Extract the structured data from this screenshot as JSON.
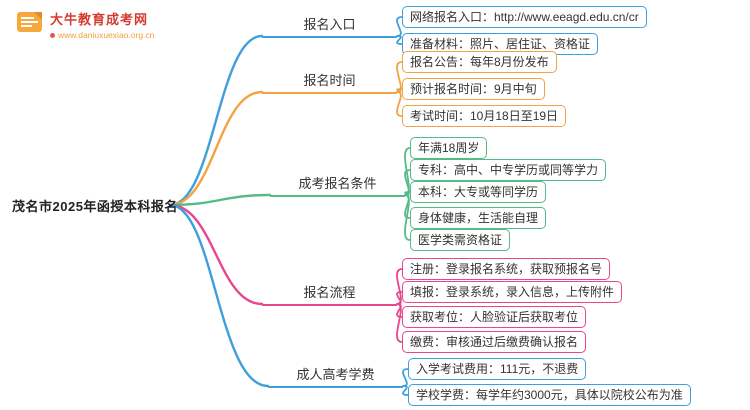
{
  "logo": {
    "site_name": "大牛教育成考网",
    "site_url": "www.daniuxuexiao.org.cn"
  },
  "root": {
    "label": "茂名市2025年函授本科报名"
  },
  "colors": {
    "blue": "#3e9fdc",
    "orange": "#f2a444",
    "green": "#55b98a",
    "pink": "#e8478d"
  },
  "branches": [
    {
      "label": "报名入口",
      "color": "#3e9fdc",
      "children": [
        {
          "text": "网络报名入口：http://www.eeagd.edu.cn/cr"
        },
        {
          "text": "准备材料：照片、居住证、资格证"
        }
      ]
    },
    {
      "label": "报名时间",
      "color": "#f2a444",
      "children": [
        {
          "text": "报名公告：每年8月份发布"
        },
        {
          "text": "预计报名时间：9月中旬"
        },
        {
          "text": "考试时间：10月18日至19日"
        }
      ]
    },
    {
      "label": "成考报名条件",
      "color": "#55b98a",
      "children": [
        {
          "text": "年满18周岁"
        },
        {
          "text": "专科：高中、中专学历或同等学力"
        },
        {
          "text": "本科：大专或等同学历"
        },
        {
          "text": "身体健康，生活能自理"
        },
        {
          "text": "医学类需资格证"
        }
      ]
    },
    {
      "label": "报名流程",
      "color": "#e8478d",
      "children": [
        {
          "text": "注册：登录报名系统，获取预报名号"
        },
        {
          "text": "填报：登录系统，录入信息，上传附件"
        },
        {
          "text": "获取考位：人脸验证后获取考位"
        },
        {
          "text": "缴费：审核通过后缴费确认报名"
        }
      ]
    },
    {
      "label": "成人高考学费",
      "color": "#3e9fdc",
      "children": [
        {
          "text": "入学考试费用：111元，不退费"
        },
        {
          "text": "学校学费：每学年约3000元，具体以院校公布为准"
        }
      ]
    }
  ]
}
